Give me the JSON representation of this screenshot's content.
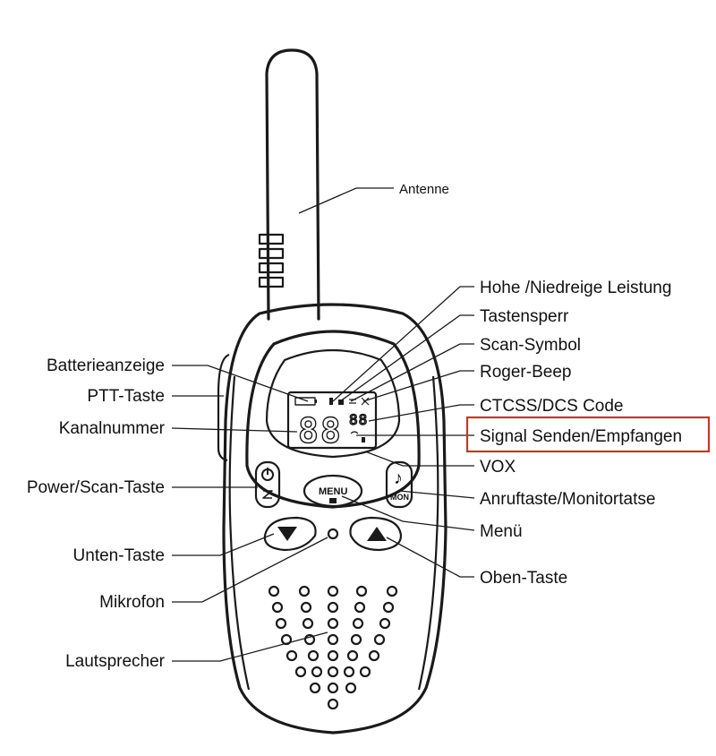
{
  "labels": {
    "antenne": "Antenne",
    "hohe_leistung": "Hohe /Niedreige Leistung",
    "tastensperr": "Tastensperr",
    "scan_symbol": "Scan-Symbol",
    "roger_beep": "Roger-Beep",
    "ctcss": "CTCSS/DCS Code",
    "signal": "Signal Senden/Empfangen",
    "vox": "VOX",
    "anruftaste": "Anruftaste/Monitortatse",
    "menu": "Menü",
    "oben_taste": "Oben-Taste",
    "batterieanzeige": "Batterieanzeige",
    "ptt_taste": "PTT-Taste",
    "kanalnummer": "Kanalnummer",
    "power_scan": "Power/Scan-Taste",
    "unten_taste": "Unten-Taste",
    "mikrofon": "Mikrofon",
    "lautsprecher": "Lautsprecher"
  },
  "device": {
    "menu_button_text": "MENU",
    "mon_button_text": "MON",
    "lcd_channel": "88",
    "lcd_code": "88"
  },
  "highlight": {
    "target": "signal",
    "color": "#c0392b"
  }
}
